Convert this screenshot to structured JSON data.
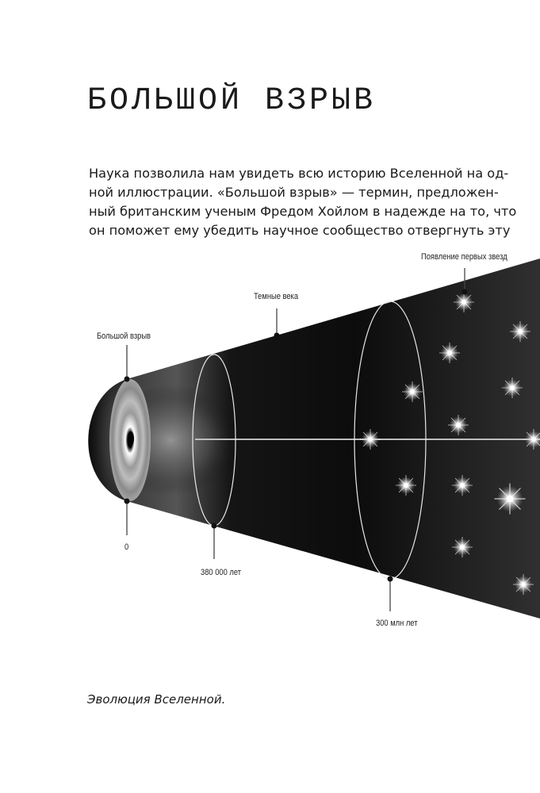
{
  "page": {
    "title": "БОЛЬШОЙ ВЗРЫВ",
    "body_lines": [
      "Наука позволила нам увидеть всю историю Вселенной на од-",
      "ной иллюстрации. «Большой взрыв» — термин, предложен-",
      "ный британским ученым Фредом Хойлом в надежде на то, что",
      "он поможет ему убедить научное сообщество отвергнуть эту"
    ],
    "caption": "Эволюция Вселенной."
  },
  "figure": {
    "labels": {
      "big_bang": "Большой взрыв",
      "dark_ages": "Темные века",
      "first_stars": "Появление первых звезд"
    },
    "timeline": {
      "t0": "0",
      "t1": "380 000 лет",
      "t2": "300 млн лет"
    },
    "colors": {
      "cone": "#111111",
      "cone_far": "#2a2a2a",
      "ellipse_stroke": "#e8e8e8",
      "axis": "#bdbdbd",
      "pointer": "#222222"
    }
  }
}
